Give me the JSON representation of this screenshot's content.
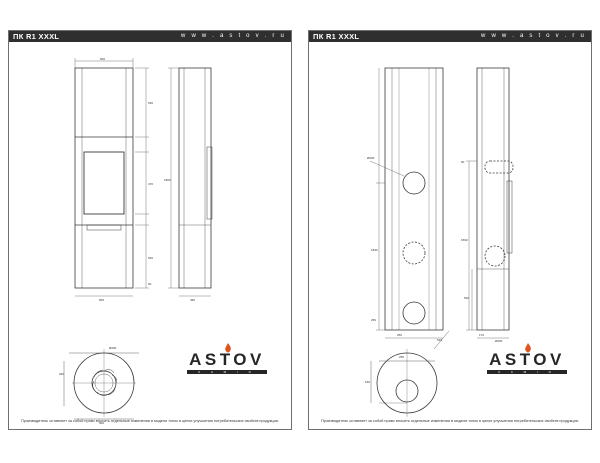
{
  "sheets": [
    {
      "title": "ПК R1 XXXL",
      "url": "w w w . a s t o v . r u",
      "footer": "Производитель оставляет за собой право вносить отдельные изменения в модели топок в целях улучшения потребительских свойств продукции.",
      "dims": {
        "top_width": "500",
        "upper_section": "530",
        "door_height": "470",
        "lower_section": "520",
        "total_height": "1800",
        "bottom": "60",
        "side_width": "490",
        "front_width": "500",
        "pipe_diameter": "Ø200",
        "plan_depth": "260",
        "plan_width": "500"
      }
    },
    {
      "title": "ПК R1 XXXL",
      "url": "w w w . a s t o v . r u",
      "footer": "Производитель оставляет за собой право вносить отдельные изменения в модели топок в целях улучшения потребительских свойств продукции.",
      "dims": {
        "top_diameter": "Ø200",
        "front_height": "1830",
        "front_offset": "250",
        "front_bottom": "250",
        "side_height": "1590",
        "side_top": "60",
        "side_low": "520",
        "side_offset": "170",
        "side_diameter": "Ø200",
        "plan_top": "250",
        "plan_left": "160",
        "plan_side": "520"
      }
    }
  ],
  "brand": {
    "name": "ASTOV",
    "sub": "K A M I N",
    "accent": "#e0541b"
  }
}
